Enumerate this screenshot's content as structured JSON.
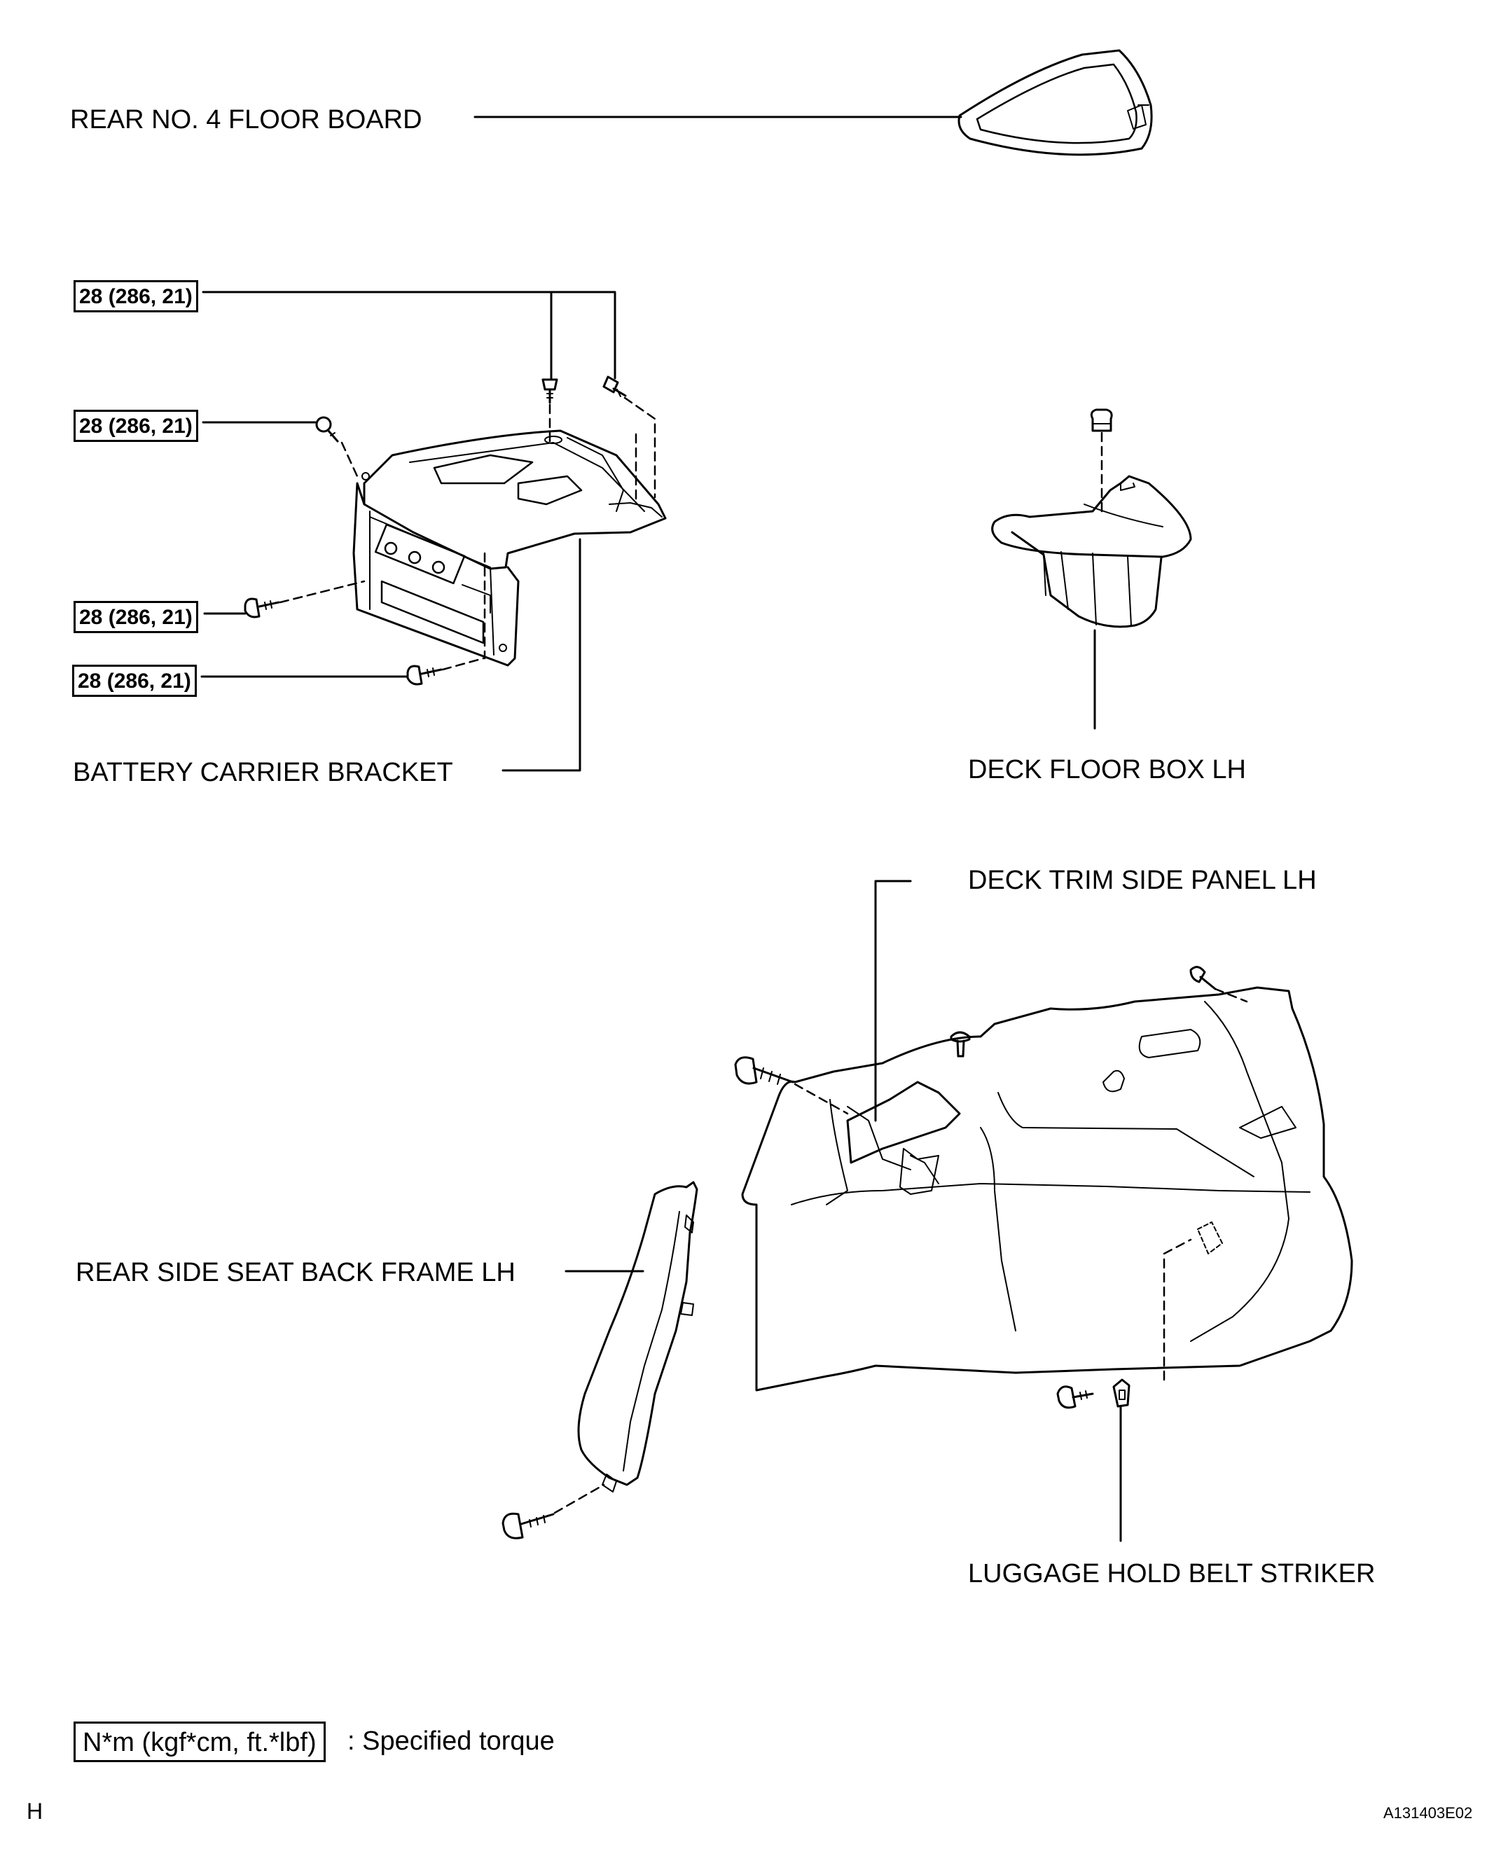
{
  "labels": {
    "rear_floor_board": "REAR NO. 4 FLOOR BOARD",
    "battery_carrier_bracket": "BATTERY CARRIER BRACKET",
    "deck_floor_box": "DECK FLOOR BOX LH",
    "deck_trim_side_panel": "DECK TRIM SIDE PANEL LH",
    "rear_side_seat_back_frame": "REAR SIDE SEAT BACK FRAME LH",
    "luggage_hold_belt_striker": "LUGGAGE HOLD BELT STRIKER"
  },
  "torque_specs": [
    "28 (286, 21)",
    "28 (286, 21)",
    "28 (286, 21)",
    "28 (286, 21)"
  ],
  "legend": {
    "unit_box": "N*m (kgf*cm, ft.*lbf)",
    "description": ": Specified torque"
  },
  "footer": {
    "corner_letter": "H",
    "figure_code": "A131403E02"
  }
}
